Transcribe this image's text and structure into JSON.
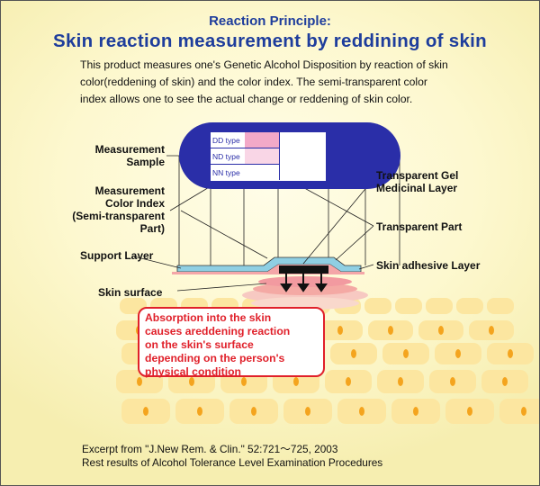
{
  "header": {
    "kicker": "Reaction Principle:",
    "title": "Skin reaction measurement by reddining of skin"
  },
  "intro": {
    "line1": "This product measures one's Genetic Alcohol Disposition by reaction of skin",
    "line2": "color(reddening of skin) and the color index. The semi-transparent color",
    "line3": "index allows one to see the actual change or reddening of skin color."
  },
  "sample": {
    "rows": [
      "DD type",
      "ND type",
      "NN type"
    ],
    "row_colors": [
      "#f3a9c8",
      "#f9d6e6",
      "#ffffff"
    ]
  },
  "labels": {
    "measurement_sample": [
      "Measurement",
      "Sample"
    ],
    "color_index": [
      "Measurement",
      "Color Index",
      "(Semi-transparent",
      "Part)"
    ],
    "gel_layer": [
      "Transparent Gel",
      "Medicinal Layer"
    ],
    "transparent_part": "Transparent Part",
    "support_layer": "Support Layer",
    "adhesive_layer": "Skin adhesive Layer",
    "skin_surface": "Skin surface"
  },
  "callout": {
    "line1": "Absorption into the skin",
    "line2": "causes areddening reaction",
    "line3": "on the skin's surface",
    "line4": "depending on the person's",
    "line5": "physical condition"
  },
  "footer": {
    "line1": "Excerpt from \"J.New Rem. & Clin.\" 52:721〜725, 2003",
    "line2": "Rest results of Alcohol Tolerance Level Examination Procedures"
  },
  "colors": {
    "title_blue": "#1e3d9c",
    "pill_blue": "#2a2ea8",
    "callout_red": "#e0202a",
    "cell_fill": "#fce6a0",
    "nucleus": "#f4a41e"
  }
}
